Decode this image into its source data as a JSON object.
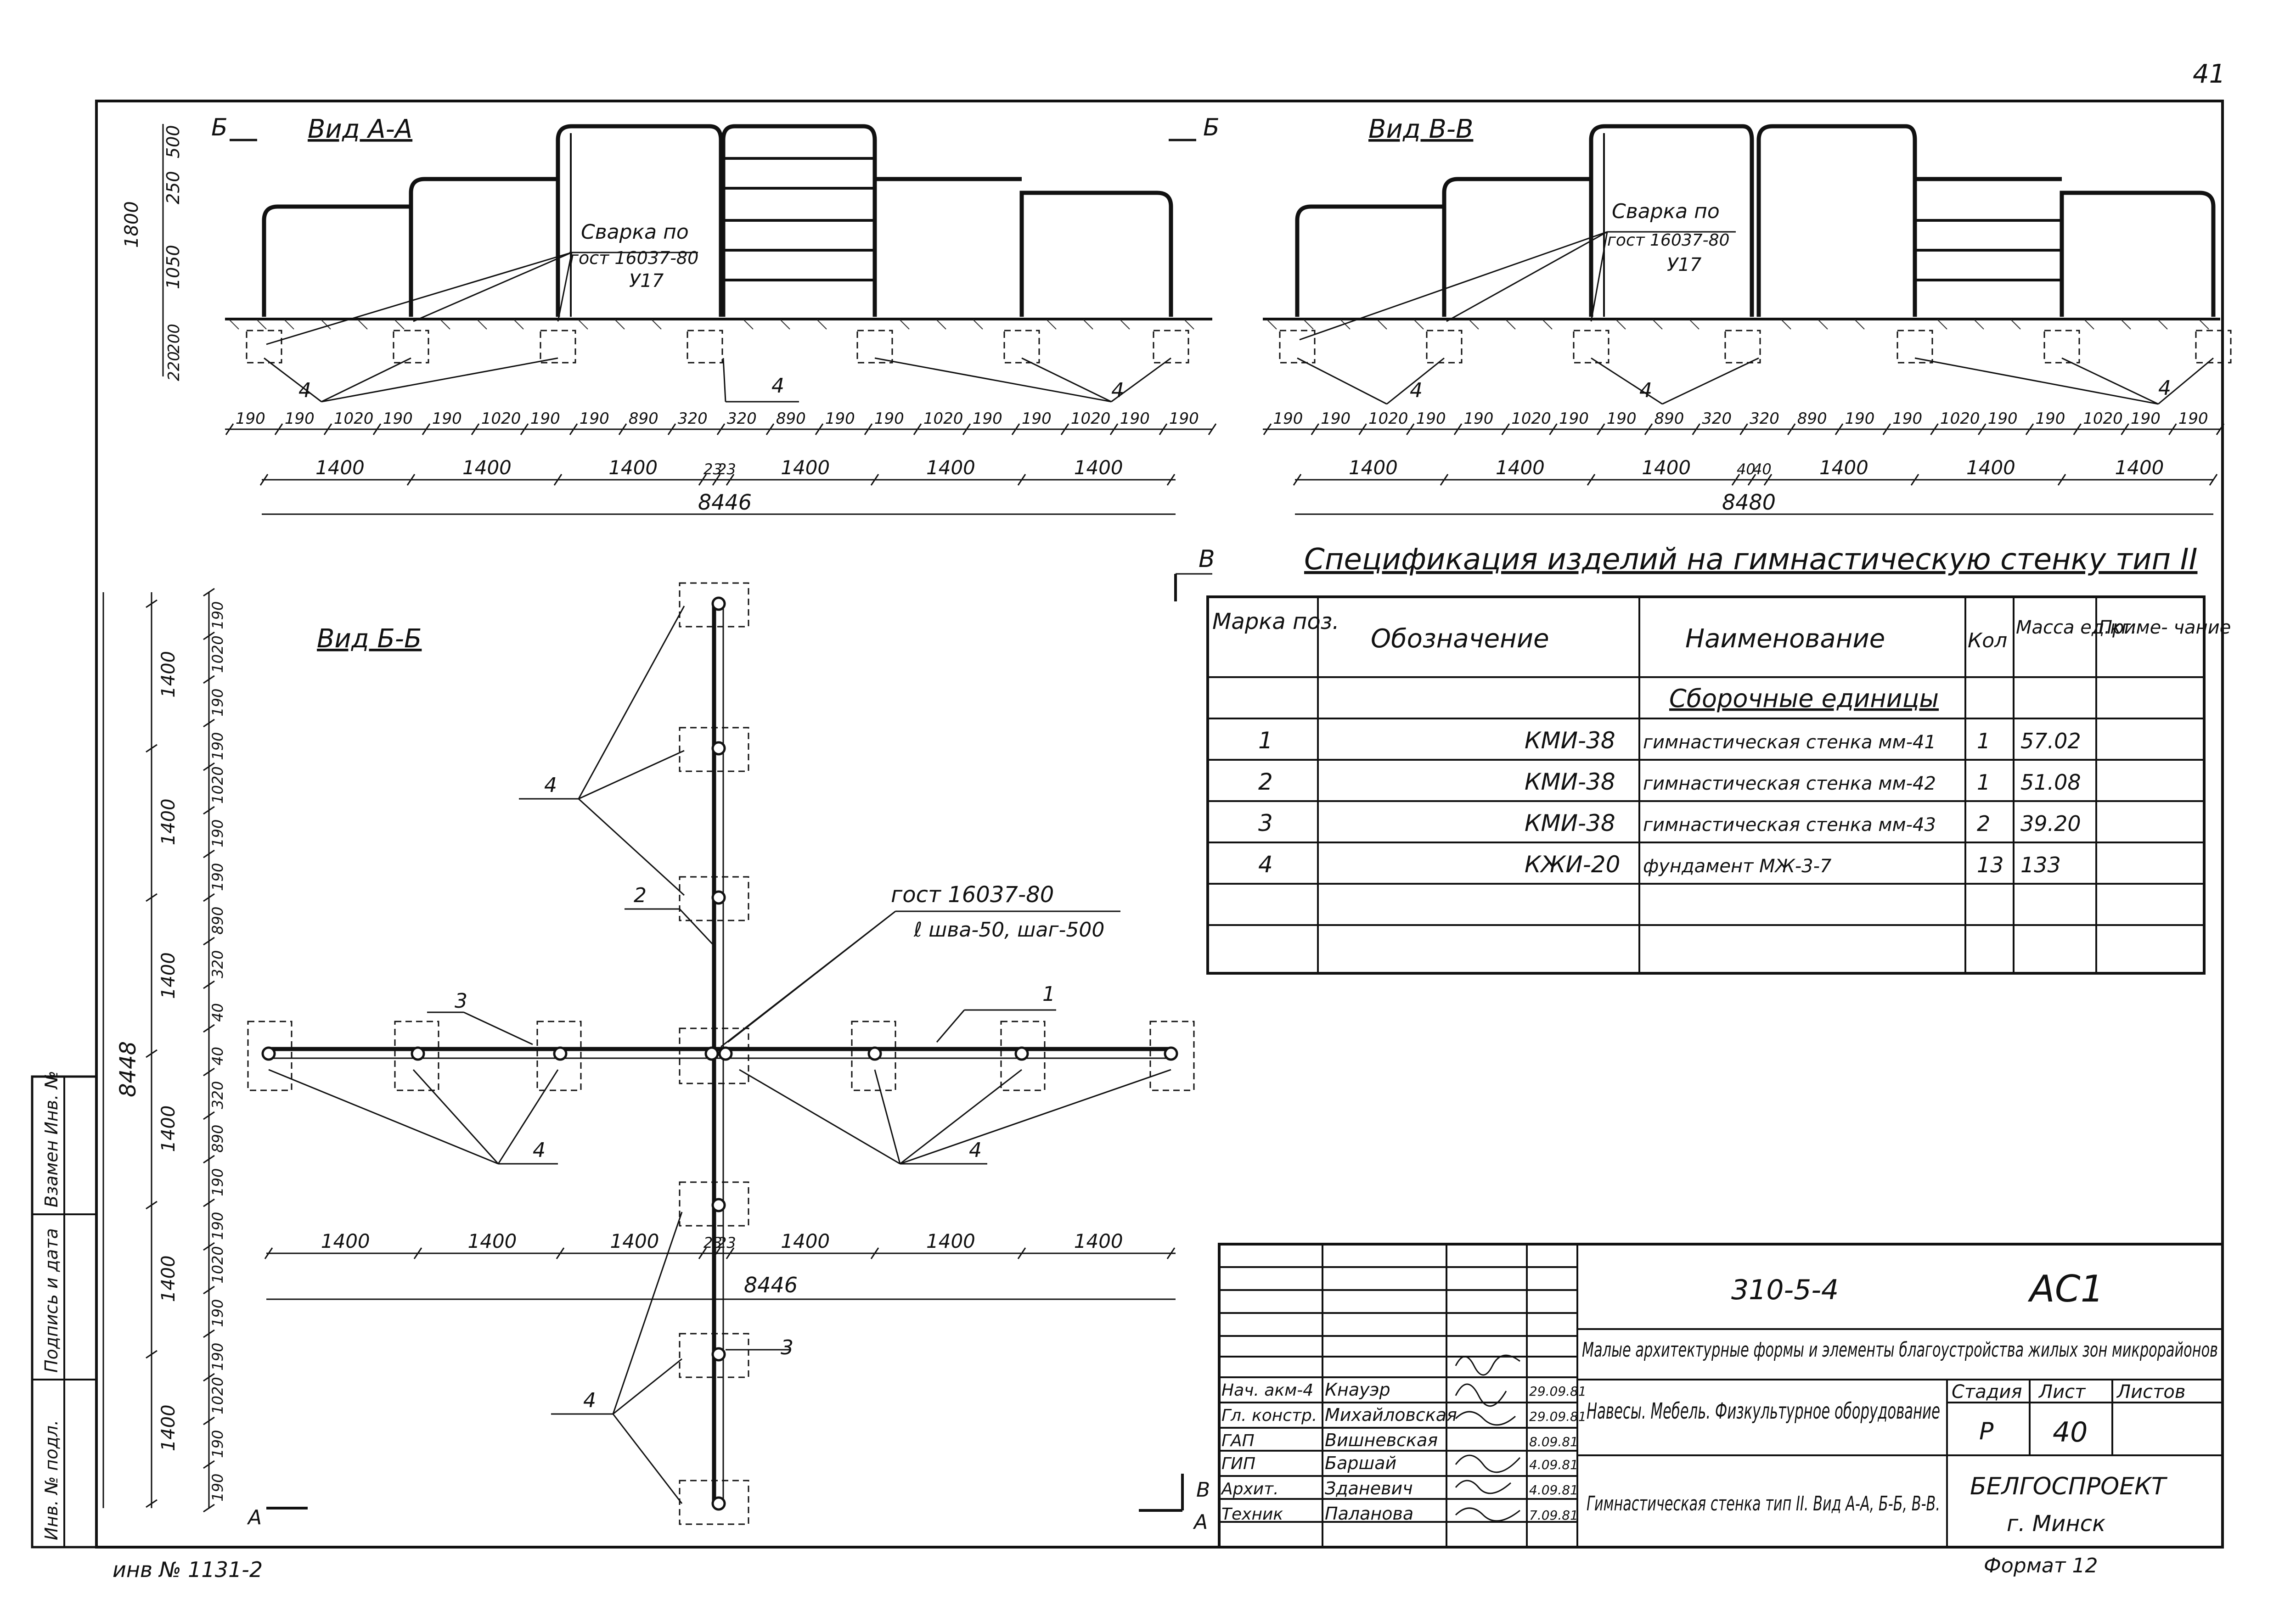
{
  "page_number": "41",
  "section_marks": {
    "b_left": "Б",
    "b_right": "Б",
    "v_top": "В",
    "v_bottom": "В",
    "a_bottom": "А",
    "a_bottom_right": "А"
  },
  "view_aa": {
    "title": "Вид А-А",
    "weld_note": [
      "Сварка по",
      "гост 16037-80",
      "У17"
    ],
    "left_dims": [
      "500",
      "250",
      "1050",
      "1800",
      "200",
      "220"
    ],
    "pos_labels": [
      "4",
      "4",
      "4"
    ],
    "segment_dims": [
      "190",
      "190",
      "1020",
      "190",
      "190",
      "1020",
      "190",
      "190",
      "890",
      "320",
      "320",
      "890",
      "190",
      "190",
      "1020",
      "190",
      "190",
      "1020",
      "190",
      "190"
    ],
    "module_dims": [
      "1400",
      "1400",
      "1400",
      "23",
      "23",
      "1400",
      "1400",
      "1400"
    ],
    "total": "8446"
  },
  "view_vv": {
    "title": "Вид В-В",
    "weld_note": [
      "Сварка по",
      "гост 16037-80",
      "У17"
    ],
    "pos_labels": [
      "4",
      "4",
      "4"
    ],
    "segment_dims": [
      "190",
      "190",
      "1020",
      "190",
      "190",
      "1020",
      "190",
      "190",
      "890",
      "320",
      "320",
      "890",
      "190",
      "190",
      "1020",
      "190",
      "190",
      "1020",
      "190",
      "190"
    ],
    "module_dims": [
      "1400",
      "1400",
      "1400",
      "40",
      "40",
      "1400",
      "1400",
      "1400"
    ],
    "total": "8480"
  },
  "view_bb": {
    "title": "Вид Б-Б",
    "weld_note": [
      "гост 16037-80",
      "ℓ шва-50, шаг-500"
    ],
    "pos_labels": [
      "1",
      "2",
      "3",
      "3",
      "4",
      "4",
      "4",
      "4"
    ],
    "vertical_dims": [
      "190",
      "1020",
      "190",
      "190",
      "1020",
      "190",
      "190",
      "890",
      "320",
      "40",
      "40",
      "320",
      "890",
      "190",
      "190",
      "1020",
      "190",
      "190",
      "1020",
      "190",
      "190"
    ],
    "vertical_modules": [
      "1400",
      "1400",
      "1400",
      "1400",
      "1400",
      "1400"
    ],
    "vertical_total": "8448",
    "horizontal_modules": [
      "1400",
      "1400",
      "1400",
      "23",
      "23",
      "1400",
      "1400",
      "1400"
    ],
    "horizontal_total": "8446"
  },
  "spec": {
    "title": "Спецификация изделий на гимнастическую стенку тип II",
    "headers": [
      "Марка поз.",
      "Обозначение",
      "Наименование",
      "Кол",
      "Масса ед.кг.",
      "Приме- чание"
    ],
    "group": "Сборочные единицы",
    "rows": [
      [
        "1",
        "КМИ-38",
        "гимнастическая стенка мм-41",
        "1",
        "57.02",
        ""
      ],
      [
        "2",
        "КМИ-38",
        "гимнастическая стенка мм-42",
        "1",
        "51.08",
        ""
      ],
      [
        "3",
        "КМИ-38",
        "гимнастическая стенка мм-43",
        "2",
        "39.20",
        ""
      ],
      [
        "4",
        "КЖИ-20",
        "фундамент МЖ-3-7",
        "13",
        "133",
        ""
      ]
    ]
  },
  "title_block": {
    "code": "310-5-4",
    "mark": "АС1",
    "project": "Малые архитектурные формы и элементы благоустройства жилых зон микрорайонов",
    "subject": "Навесы. Мебель. Физкультурное оборудование",
    "stage_label": "Стадия",
    "stage": "Р",
    "sheet_label": "Лист",
    "sheet": "40",
    "sheets_label": "Листов",
    "sheets": "",
    "drawing_title": "Гимнастическая стенка тип II. Вид А-А, Б-Б, В-В.",
    "org": "БЕЛГОСПРОЕКТ",
    "city": "г. Минск",
    "signers": [
      {
        "role": "Нач. акм-4",
        "name": "Кнауэр",
        "date": "29.09.81"
      },
      {
        "role": "Гл. констр.",
        "name": "Михайловская",
        "date": "29.09.81"
      },
      {
        "role": "ГАП",
        "name": "Вишневская",
        "date": "8.09.81"
      },
      {
        "role": "ГИП",
        "name": "Баршай",
        "date": "4.09.81"
      },
      {
        "role": "Архит.",
        "name": "Зданевич",
        "date": "4.09.81"
      },
      {
        "role": "Техник",
        "name": "Паланова",
        "date": "7.09.81"
      }
    ]
  },
  "side_stamp": {
    "inv_orig": "Инв. № подл.",
    "sign_date": "Подпись и дата",
    "inv_replace": "Взамен Инв. №"
  },
  "inventory": "инв № 1131-2",
  "format": "Формат 12"
}
